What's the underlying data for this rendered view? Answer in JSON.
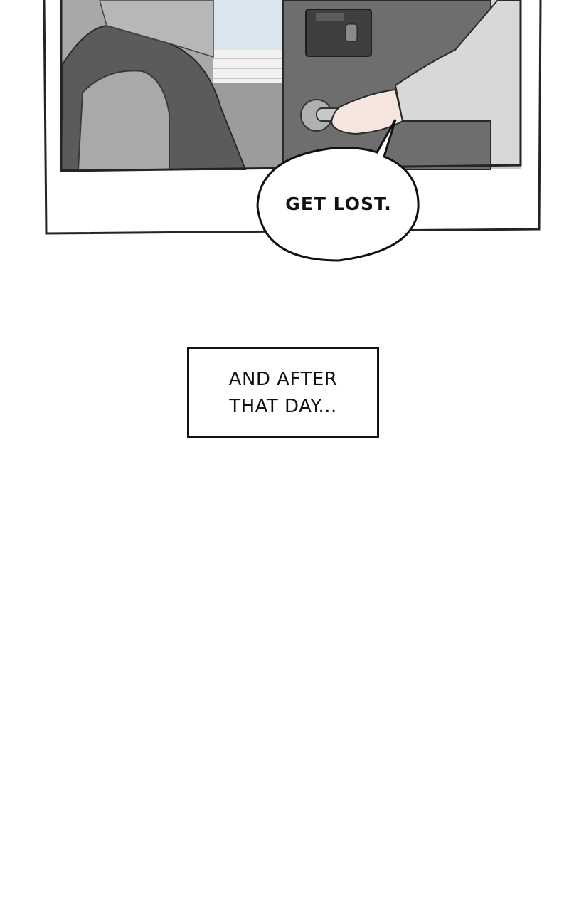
{
  "speech_bubble": {
    "text": "GET LOST."
  },
  "caption": {
    "line1": "AND AFTER",
    "line2": "THAT DAY..."
  },
  "colors": {
    "frame": "#2a221f",
    "door": "#6e6e6e",
    "wall": "#a8a8a8",
    "window": "#d9e6ee",
    "hoodie": "#5b5b5b",
    "sleeve": "#d8d8d8",
    "skin": "#f7e6df",
    "knob": "#b0b0b0"
  }
}
